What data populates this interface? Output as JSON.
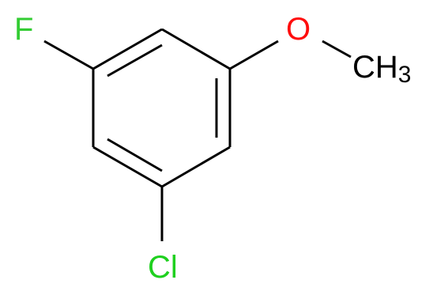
{
  "molecule": {
    "atoms": {
      "fluorine": {
        "label": "F",
        "color": "#33cc33"
      },
      "oxygen": {
        "label": "O",
        "color": "#ff0d0d"
      },
      "methyl": {
        "label": "CH",
        "subscript": "3",
        "color": "#000000"
      },
      "chlorine": {
        "label": "Cl",
        "color": "#1fd01f"
      }
    },
    "bond_color": "#000000"
  }
}
